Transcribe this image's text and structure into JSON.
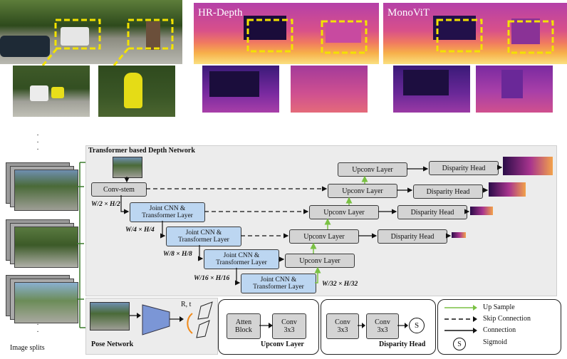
{
  "top": {
    "hr_depth_label": "HR-Depth",
    "monovit_label": "MonoViT"
  },
  "network": {
    "title": "Transformer based Depth Network",
    "conv_stem": "Conv-stem",
    "joint_line1": "Joint CNN &",
    "joint_line2": "Transformer Layer",
    "upconv": "Upconv Layer",
    "disparity_head": "Disparity Head",
    "scales": [
      {
        "w": "W",
        "wd": "2",
        "h": "H",
        "hd": "2"
      },
      {
        "w": "W",
        "wd": "4",
        "h": "H",
        "hd": "4"
      },
      {
        "w": "W",
        "wd": "8",
        "h": "H",
        "hd": "8"
      },
      {
        "w": "W",
        "wd": "16",
        "h": "H",
        "hd": "16"
      },
      {
        "w": "W",
        "wd": "32",
        "h": "H",
        "hd": "32"
      }
    ],
    "times": "×"
  },
  "left": {
    "image_splits": "Image splits",
    "dots": "·"
  },
  "pose": {
    "label": "Pose Network",
    "rt": "R, t"
  },
  "upconv_detail": {
    "atten_line1": "Atten",
    "atten_line2": "Block",
    "conv_line1": "Conv",
    "conv_line2": "3x3",
    "label": "Upconv Layer"
  },
  "disp_detail": {
    "conv_line1": "Conv",
    "conv_line2": "3x3",
    "sigmoid_symbol": "S",
    "label": "Disparity Head"
  },
  "legend": {
    "up_sample": "Up Sample",
    "skip": "Skip Connection",
    "connection": "Connection",
    "sigmoid": "Sigmoid",
    "sigmoid_symbol": "S"
  },
  "colors": {
    "highlight": "#f2e200",
    "upsample_arrow": "#7ac143",
    "joint_box": "#bcd6f1",
    "gray_box": "#d4d4d4"
  }
}
